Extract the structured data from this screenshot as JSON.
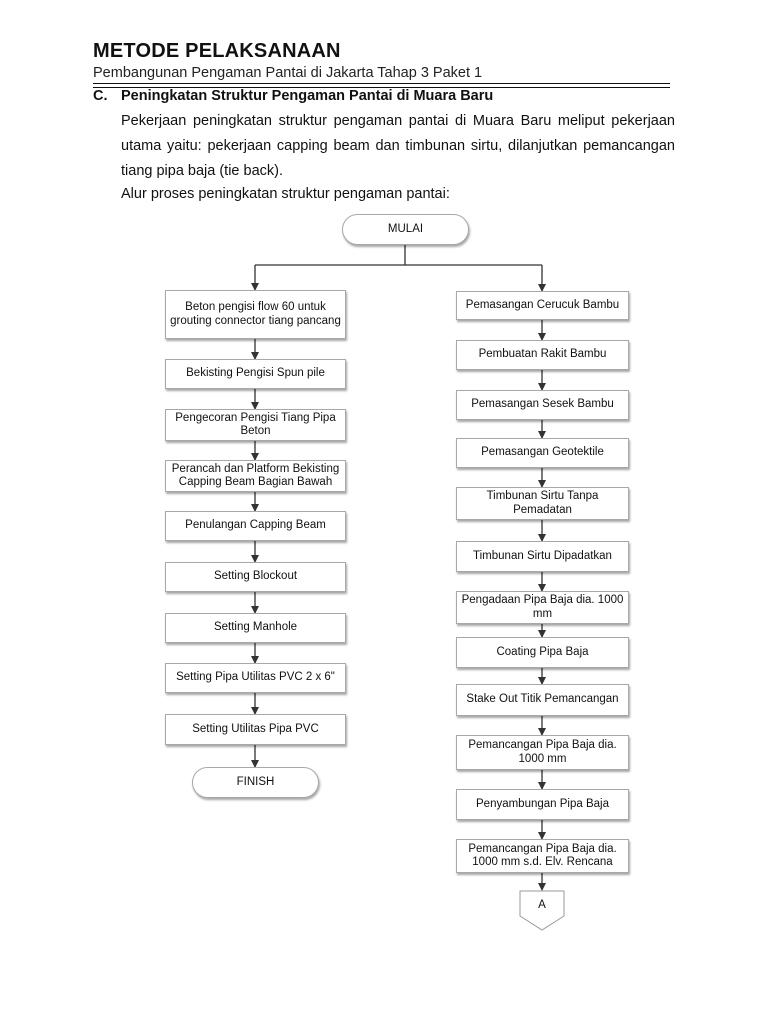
{
  "header": {
    "title": "METODE PELAKSANAAN",
    "subtitle": "Pembangunan Pengaman Pantai di Jakarta Tahap 3 Paket 1"
  },
  "section": {
    "number": "C.",
    "heading": "Peningkatan Struktur Pengaman Pantai di Muara Baru",
    "paragraph": "Pekerjaan peningkatan struktur pengaman pantai di Muara Baru  meliput pekerjaan utama yaitu: pekerjaan capping beam dan timbunan sirtu, dilanjutkan pemancangan tiang pipa baja (tie back).",
    "intro": "Alur proses peningkatan struktur pengaman pantai:"
  },
  "flowchart": {
    "start": "MULAI",
    "finish": "FINISH",
    "connector": "A",
    "left_steps": [
      "Beton pengisi flow 60 untuk grouting connector tiang pancang",
      "Bekisting Pengisi Spun pile",
      "Pengecoran Pengisi Tiang Pipa Beton",
      "Perancah dan Platform Bekisting Capping Beam Bagian Bawah",
      "Penulangan Capping Beam",
      "Setting Blockout",
      "Setting Manhole",
      "Setting Pipa Utilitas PVC 2 x 6\"",
      "Setting Utilitas Pipa PVC"
    ],
    "right_steps": [
      "Pemasangan Cerucuk Bambu",
      "Pembuatan Rakit Bambu",
      "Pemasangan Sesek Bambu",
      "Pemasangan Geotektile",
      "Timbunan Sirtu Tanpa Pemadatan",
      "Timbunan Sirtu Dipadatkan",
      "Pengadaan Pipa Baja dia. 1000 mm",
      "Coating Pipa Baja",
      "Stake Out Titik Pemancangan",
      "Pemancangan Pipa Baja dia. 1000 mm",
      "Penyambungan Pipa Baja",
      "Pemancangan Pipa Baja dia. 1000 mm s.d. Elv. Rencana"
    ]
  }
}
